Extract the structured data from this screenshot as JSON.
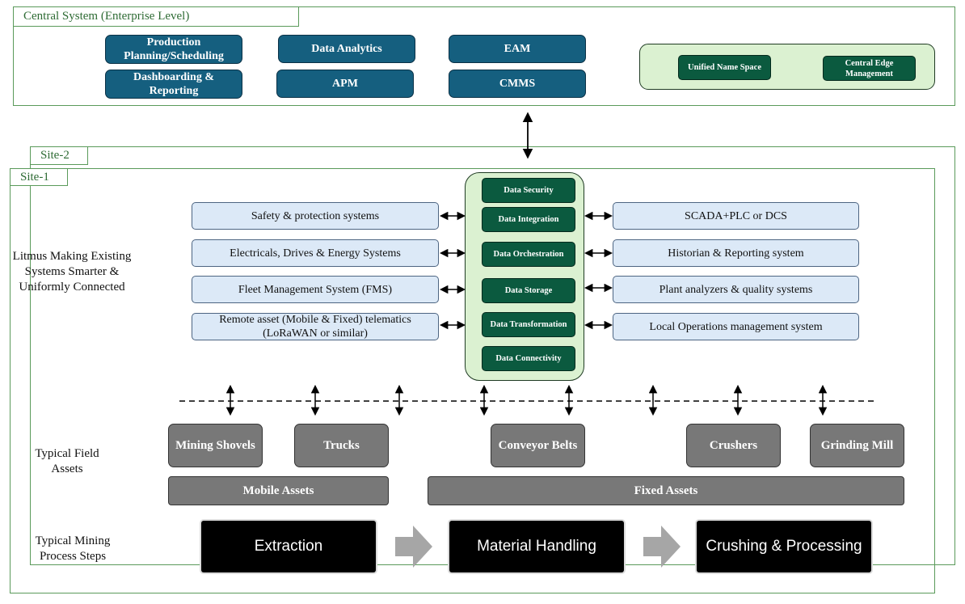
{
  "central": {
    "label": "Central System (Enterprise Level)",
    "apps": [
      {
        "label": "Production Planning/Scheduling"
      },
      {
        "label": "Data Analytics"
      },
      {
        "label": "EAM"
      },
      {
        "label": "Dashboarding & Reporting"
      },
      {
        "label": "APM"
      },
      {
        "label": "CMMS"
      }
    ],
    "services": [
      {
        "label": "Unified Name Space"
      },
      {
        "label": "Central Edge Management"
      }
    ]
  },
  "sites": {
    "site2_label": "Site-2",
    "site1_label": "Site-1"
  },
  "litmus": {
    "description": "Litmus Making Existing Systems Smarter & Uniformly Connected",
    "layers": [
      {
        "label": "Data Security"
      },
      {
        "label": "Data Integration"
      },
      {
        "label": "Data Orchestration"
      },
      {
        "label": "Data Storage"
      },
      {
        "label": "Data Transformation"
      },
      {
        "label": "Data Connectivity"
      }
    ]
  },
  "left_systems": [
    {
      "label": "Safety & protection systems"
    },
    {
      "label": "Electricals, Drives & Energy Systems"
    },
    {
      "label": "Fleet Management System (FMS)"
    },
    {
      "label": "Remote asset (Mobile & Fixed) telematics (LoRaWAN or similar)"
    }
  ],
  "right_systems": [
    {
      "label": "SCADA+PLC or DCS"
    },
    {
      "label": "Historian & Reporting system"
    },
    {
      "label": "Plant analyzers & quality systems"
    },
    {
      "label": "Local Operations management system"
    }
  ],
  "field_assets": {
    "label": "Typical Field Assets",
    "items": [
      {
        "label": "Mining Shovels"
      },
      {
        "label": "Trucks"
      },
      {
        "label": "Conveyor Belts"
      },
      {
        "label": "Crushers"
      },
      {
        "label": "Grinding Mill"
      }
    ],
    "groups": [
      {
        "label": "Mobile Assets"
      },
      {
        "label": "Fixed Assets"
      }
    ]
  },
  "process": {
    "label": "Typical Mining Process Steps",
    "steps": [
      {
        "label": "Extraction"
      },
      {
        "label": "Material Handling"
      },
      {
        "label": "Crushing & Processing"
      }
    ]
  },
  "colors": {
    "frame": "#5a9a5a",
    "enterprise_app": "#155f7f",
    "litmus_panel": "#dbf1d1",
    "litmus_layer": "#0b5a3f",
    "system_box": "#dce9f7",
    "asset": "#787878",
    "step": "#000000"
  }
}
